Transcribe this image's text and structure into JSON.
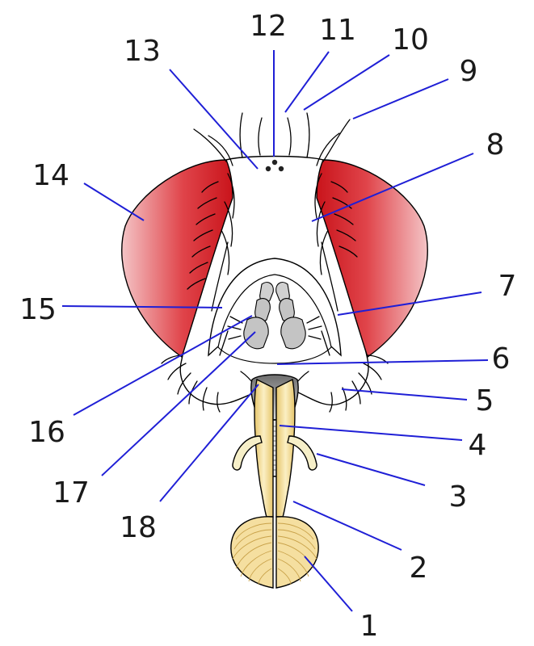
{
  "labels": [
    {
      "id": "1",
      "text": "1"
    },
    {
      "id": "2",
      "text": "2"
    },
    {
      "id": "3",
      "text": "3"
    },
    {
      "id": "4",
      "text": "4"
    },
    {
      "id": "5",
      "text": "5"
    },
    {
      "id": "6",
      "text": "6"
    },
    {
      "id": "7",
      "text": "7"
    },
    {
      "id": "8",
      "text": "8"
    },
    {
      "id": "9",
      "text": "9"
    },
    {
      "id": "10",
      "text": "10"
    },
    {
      "id": "11",
      "text": "11"
    },
    {
      "id": "12",
      "text": "12"
    },
    {
      "id": "13",
      "text": "13"
    },
    {
      "id": "14",
      "text": "14"
    },
    {
      "id": "15",
      "text": "15"
    },
    {
      "id": "16",
      "text": "16"
    },
    {
      "id": "17",
      "text": "17"
    },
    {
      "id": "18",
      "text": "18"
    }
  ],
  "colors": {
    "eye": "#d9252b",
    "eye_highlight": "#f4c4c6",
    "leader_line": "#1f1fd6",
    "labellum": "#f5dfa0",
    "labellum_stripe": "#c9a24a",
    "rostrum_grey": "#8c8c8c"
  }
}
